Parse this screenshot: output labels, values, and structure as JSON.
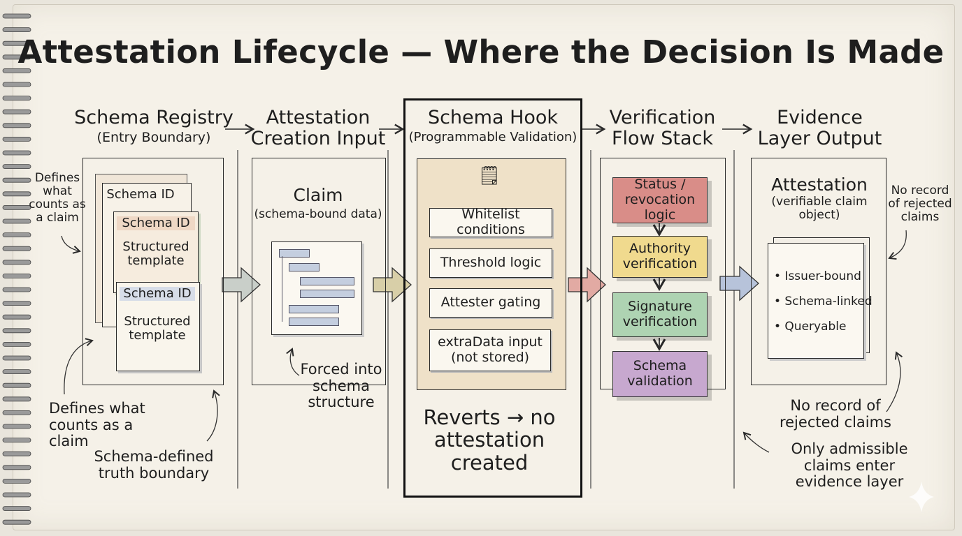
{
  "title": "Attestation Lifecycle — Where the Decision Is Made",
  "stages": {
    "registry": {
      "title": "Schema Registry",
      "subtitle": "(Entry Boundary)",
      "card_back": "Schema ID",
      "card_mid_id": "Schema ID",
      "card_mid_text": "Structured template",
      "card_front_id": "Schema ID",
      "card_front_text": "Structured template",
      "note_left": "Defines what counts as a claim",
      "note_bottom": "Defines what counts as a claim",
      "note_boundary": "Schema-defined truth boundary"
    },
    "input": {
      "title": "Attestation Creation Input",
      "claim_title": "Claim",
      "claim_subtitle": "(schema-bound data)",
      "note": "Forced into schema structure"
    },
    "hook": {
      "title": "Schema Hook",
      "subtitle": "(Programmable Validation)",
      "items": [
        "Whitelist conditions",
        "Threshold logic",
        "Attester gating",
        "extraData input (not stored)"
      ],
      "revert_note": "Reverts → no attestation created"
    },
    "verification": {
      "title": "Verification Flow Stack",
      "layers": [
        "Status / revocation logic",
        "Authority verification",
        "Signature verification",
        "Schema validation"
      ],
      "colors": [
        "#d98d88",
        "#f0da8e",
        "#aed3b2",
        "#c7a8cf"
      ]
    },
    "evidence": {
      "title": "Evidence Layer Output",
      "attestation_title": "Attestation",
      "attestation_subtitle": "(verifiable claim object)",
      "bullets": [
        "• Issuer-bound",
        "• Schema-linked",
        "• Queryable"
      ],
      "note_right": "No record of rejected claims",
      "note_bottom": "No record of rejected claims",
      "note_admissible": "Only admissible claims enter evidence layer"
    }
  }
}
